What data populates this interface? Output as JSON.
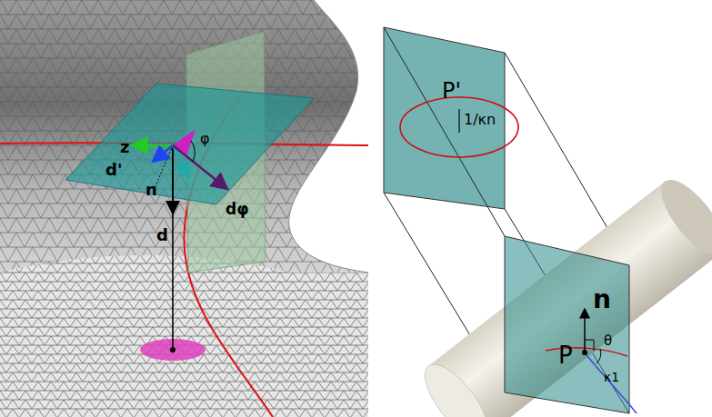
{
  "diagram": {
    "labels": [
      "z",
      "d'",
      "n",
      "d",
      "dφ",
      "φ",
      "P'",
      "1/κn",
      "n",
      "P",
      "θ",
      "κ1"
    ]
  }
}
